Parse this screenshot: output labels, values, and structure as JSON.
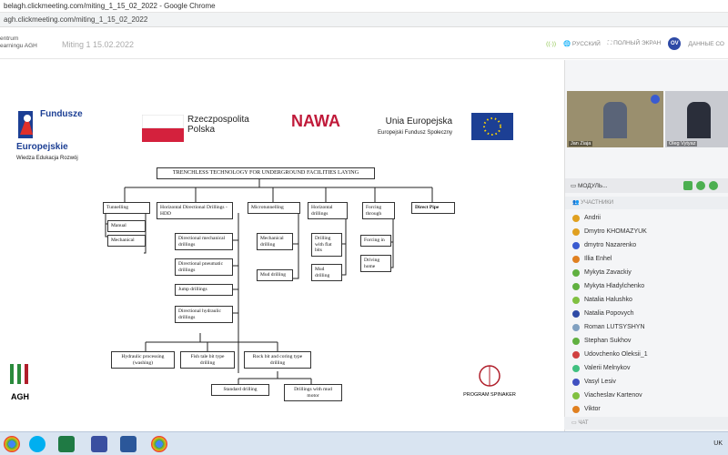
{
  "browser": {
    "title": "belagh.clickmeeting.com/miting_1_15_02_2022 - Google Chrome",
    "url": "agh.clickmeeting.com/miting_1_15_02_2022"
  },
  "app": {
    "logo_line1": "entrum",
    "logo_line2": "earningu AGH",
    "meeting": "Miting 1 15.02.2022",
    "lang": "РУССКИЙ",
    "fullscreen": "ПОЛНЫЙ ЭКРАН",
    "avatar": "OV",
    "user": "ДАННЫЕ СО"
  },
  "logos": {
    "fe1": "Fundusze",
    "fe2": "Europejskie",
    "fe3": "Wiedza Edukacja Rozwój",
    "rp1": "Rzeczpospolita",
    "rp2": "Polska",
    "nawa": "NAWA",
    "ue1": "Unia Europejska",
    "ue2": "Europejski Fundusz Społeczny",
    "agh": "AGH",
    "spin": "PROGRAM SPINAKER"
  },
  "diagram": {
    "title": "TRENCHLESS TECHNOLOGY FOR UNDERGROUND FACILITIES LAYING",
    "tunnelling": "Tunnelling",
    "manual": "Manual",
    "mechanical": "Mechanical",
    "hdd": "Horizontal Directional Drillings - HDD",
    "dmech": "Directional mechanical drillings",
    "dpneu": "Directional pneumatic drillings",
    "jump": "Jump drillings",
    "dhyd": "Directional hydraulic drillings",
    "hproc": "Hydraulic processing (washing)",
    "fish": "Fish tale bit type drilling",
    "rock": "Rock bit and coring type drilling",
    "std": "Standard drilling",
    "mud_motor": "Drillings with mud motor",
    "micro": "Microtunnelling",
    "mech_drill": "Mechanical drilling",
    "mud_drill": "Mud drilling",
    "horiz": "Horizontal drillings",
    "flat": "Drilling with flat bits",
    "mud2": "Mud drilling",
    "forcing": "Forcing through",
    "forcing_in": "Forcing in",
    "driving": "Driving home",
    "direct": "Direct Pipe"
  },
  "videos": [
    {
      "name": "Jan Ziaja"
    },
    {
      "name": "Oleg Vytyaz"
    }
  ],
  "module": "МОДУЛЬ...",
  "participants_header": "УЧАСТНИКИ",
  "participants": [
    {
      "name": "Andrii",
      "color": "#e0a020"
    },
    {
      "name": "Dmytro KHOMAZYUK",
      "color": "#e0a020"
    },
    {
      "name": "dmytro Nazarenko",
      "color": "#3a5bd0"
    },
    {
      "name": "Illia Enhel",
      "color": "#e08020"
    },
    {
      "name": "Mykyta Zavackiy",
      "color": "#60b040"
    },
    {
      "name": "Mykyta Hladylchenko",
      "color": "#60b040"
    },
    {
      "name": "Natalia Halushko",
      "color": "#80c040"
    },
    {
      "name": "Natalia Popovych",
      "color": "#2e4aa6"
    },
    {
      "name": "Roman LUTSYSHYN",
      "color": "#80a0c0"
    },
    {
      "name": "Stephan Sukhov",
      "color": "#60b040"
    },
    {
      "name": "Udovchenko Oleksii_1",
      "color": "#d04040"
    },
    {
      "name": "Valerii Melnykov",
      "color": "#40c080"
    },
    {
      "name": "Vasyl Lesiv",
      "color": "#4050c0"
    },
    {
      "name": "Viacheslav Kartenov",
      "color": "#80c040"
    },
    {
      "name": "Viktor",
      "color": "#e08020"
    }
  ],
  "chat": "ЧАТ",
  "taskbar": {
    "lang": "UK"
  }
}
